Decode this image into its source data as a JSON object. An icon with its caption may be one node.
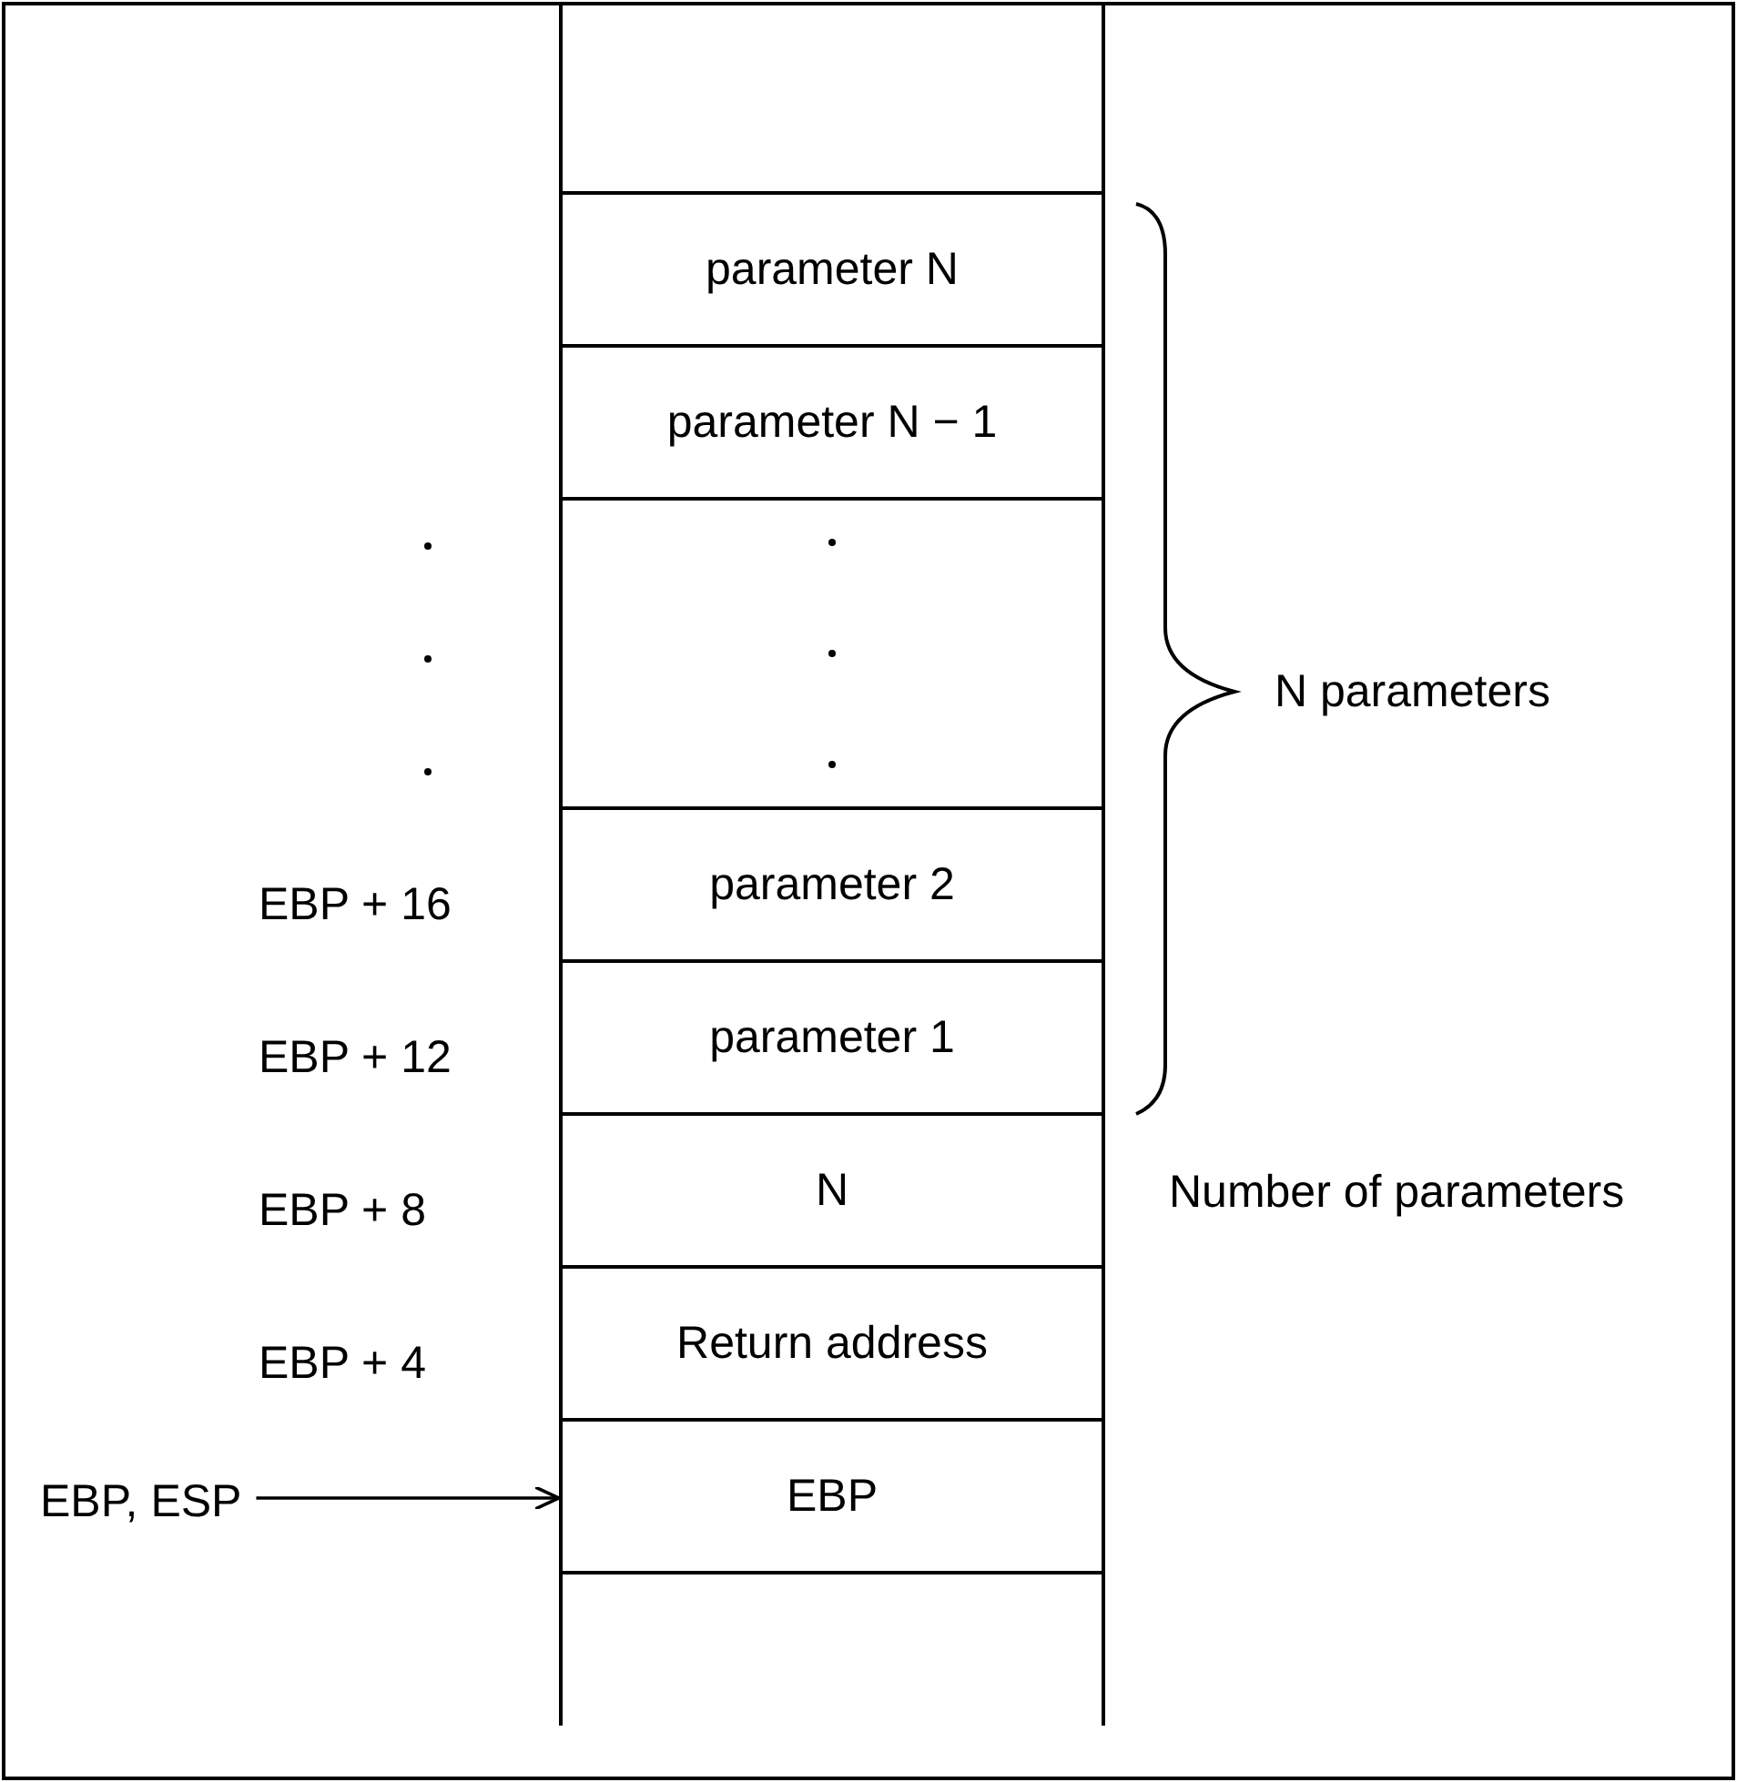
{
  "diagram": {
    "nodes": [
      {
        "text": [],
        "shape": "box"
      },
      {
        "text": [
          "parameter N"
        ]
      },
      {
        "text": [
          "parameter N − 1"
        ]
      },
      {
        "text": [],
        "shape": "box"
      },
      {
        "text": [
          "parameter 2"
        ]
      },
      {
        "text": [
          "parameter 1"
        ]
      },
      {
        "text": [
          "N"
        ],
        "beside": [
          "Number of parameters"
        ]
      },
      {
        "text": [
          "Return address"
        ]
      },
      {
        "text": [
          "EBP"
        ]
      },
      {
        "text": [],
        "shape": "box"
      },
      {
        "text": [
          "EBP, ESP"
        ]
      }
    ],
    "edges": [
      {
        "from": 10,
        "to": 8,
        "arrow": "to"
      }
    ],
    "labels": [
      "N parameters",
      "EBP + 16",
      "EBP + 12",
      "EBP + 8",
      "EBP + 4"
    ]
  }
}
